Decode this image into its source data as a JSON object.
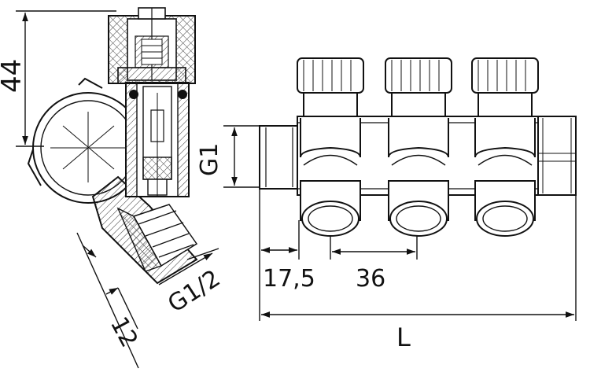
{
  "dimensions": {
    "height_44": "44",
    "thread_g1": "G1",
    "offset_17_5": "17,5",
    "pitch_36": "36",
    "outlet_g1_2": "G1/2",
    "depth_12": "12",
    "length_l": "L"
  },
  "colors": {
    "line": "#111111",
    "hatch": "#333333",
    "background": "#ffffff"
  }
}
